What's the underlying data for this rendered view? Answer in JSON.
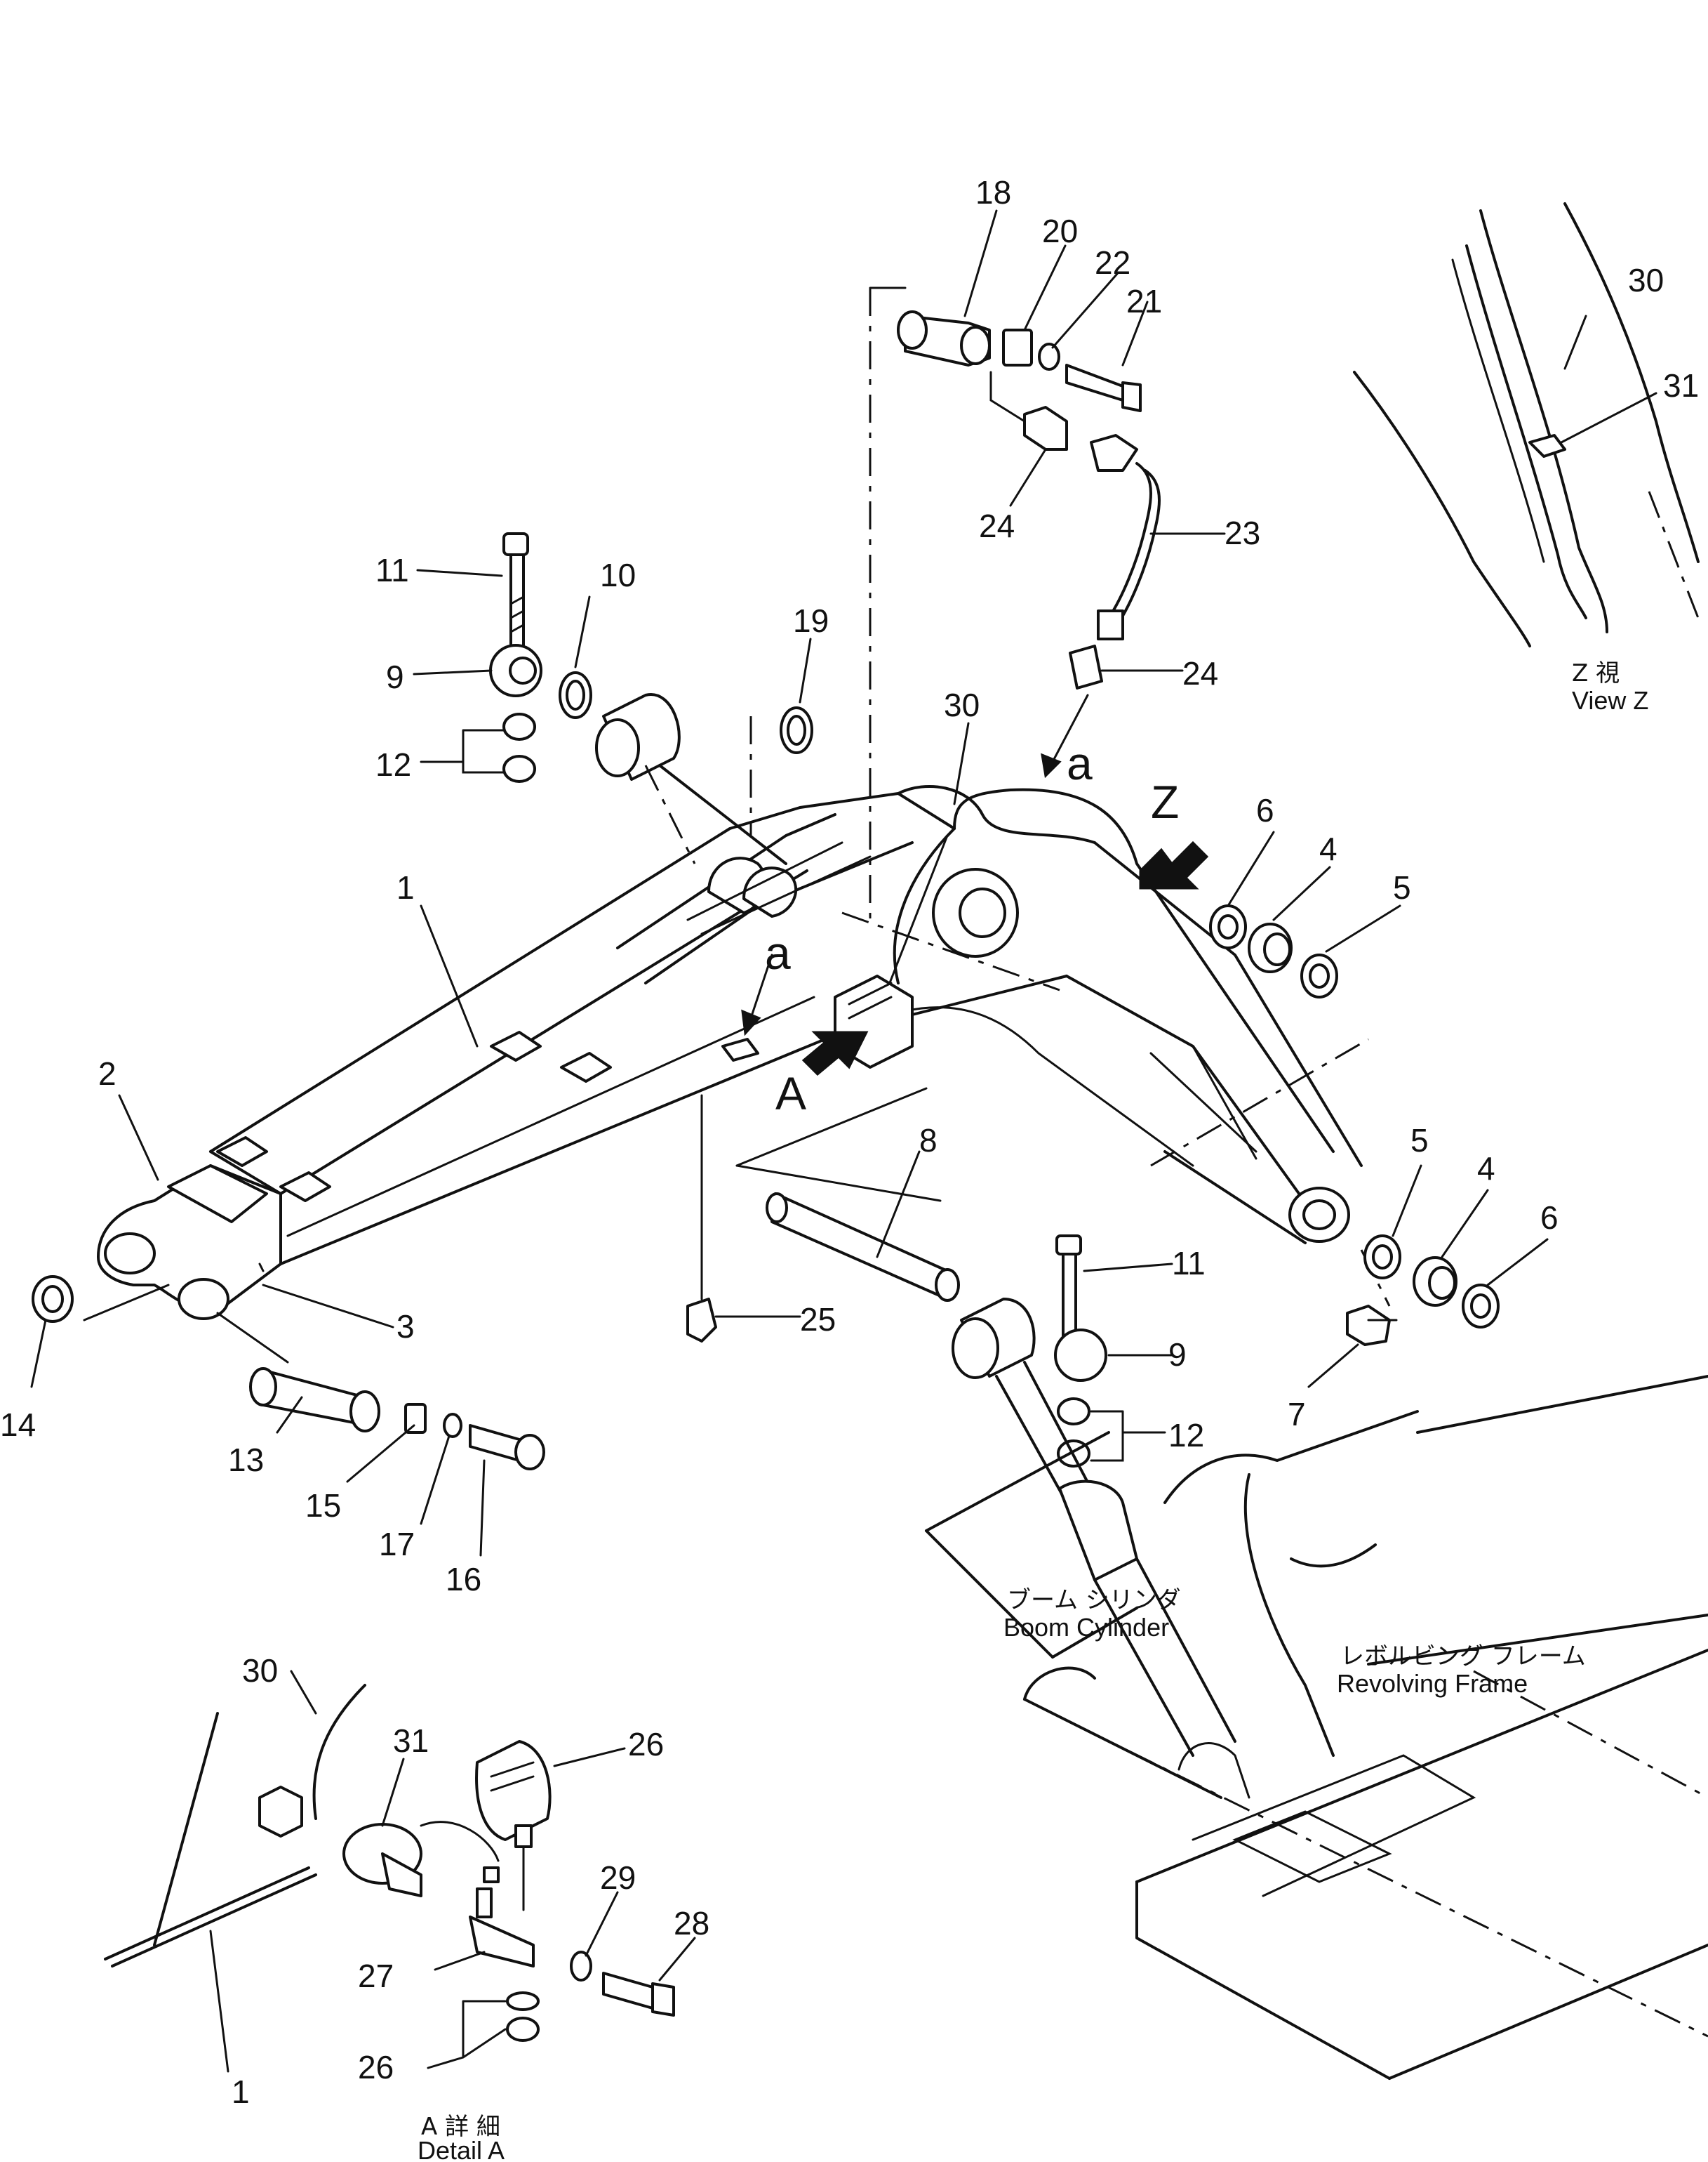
{
  "callouts": [
    {
      "id": "c1",
      "label": "1"
    },
    {
      "id": "c2",
      "label": "2"
    },
    {
      "id": "c3",
      "label": "3"
    },
    {
      "id": "c4a",
      "label": "4"
    },
    {
      "id": "c4b",
      "label": "4"
    },
    {
      "id": "c5a",
      "label": "5"
    },
    {
      "id": "c5b",
      "label": "5"
    },
    {
      "id": "c6a",
      "label": "6"
    },
    {
      "id": "c6b",
      "label": "6"
    },
    {
      "id": "c7",
      "label": "7"
    },
    {
      "id": "c8",
      "label": "8"
    },
    {
      "id": "c9a",
      "label": "9"
    },
    {
      "id": "c9b",
      "label": "9"
    },
    {
      "id": "c10",
      "label": "10"
    },
    {
      "id": "c11a",
      "label": "11"
    },
    {
      "id": "c11b",
      "label": "11"
    },
    {
      "id": "c12a",
      "label": "12"
    },
    {
      "id": "c12b",
      "label": "12"
    },
    {
      "id": "c13",
      "label": "13"
    },
    {
      "id": "c14",
      "label": "14"
    },
    {
      "id": "c15",
      "label": "15"
    },
    {
      "id": "c16",
      "label": "16"
    },
    {
      "id": "c17",
      "label": "17"
    },
    {
      "id": "c18",
      "label": "18"
    },
    {
      "id": "c19",
      "label": "19"
    },
    {
      "id": "c20",
      "label": "20"
    },
    {
      "id": "c21",
      "label": "21"
    },
    {
      "id": "c22",
      "label": "22"
    },
    {
      "id": "c23",
      "label": "23"
    },
    {
      "id": "c24a",
      "label": "24"
    },
    {
      "id": "c24b",
      "label": "24"
    },
    {
      "id": "c25",
      "label": "25"
    },
    {
      "id": "c30a",
      "label": "30"
    },
    {
      "id": "c30b",
      "label": "30"
    },
    {
      "id": "c31a",
      "label": "31"
    },
    {
      "id": "c26a",
      "label": "26"
    },
    {
      "id": "c26b",
      "label": "26"
    },
    {
      "id": "c27",
      "label": "27"
    },
    {
      "id": "c28",
      "label": "28"
    },
    {
      "id": "c29",
      "label": "29"
    },
    {
      "id": "c30c",
      "label": "30"
    },
    {
      "id": "c31b",
      "label": "31"
    },
    {
      "id": "c1b",
      "label": "1"
    }
  ],
  "markers": {
    "view_z_arrow": "Z",
    "detail_a_arrow": "A",
    "grease_a_upper": "a",
    "grease_a_lower": "a"
  },
  "captions": {
    "view_z_jp": "Z 視",
    "view_z_en": "View Z",
    "boom_cylinder_jp": "ブーム シリンダ",
    "boom_cylinder_en": "Boom Cylinder",
    "revolving_frame_jp": "レボルビング フレーム",
    "revolving_frame_en": "Revolving Frame",
    "detail_a_jp": "A 詳 細",
    "detail_a_en": "Detail A"
  }
}
